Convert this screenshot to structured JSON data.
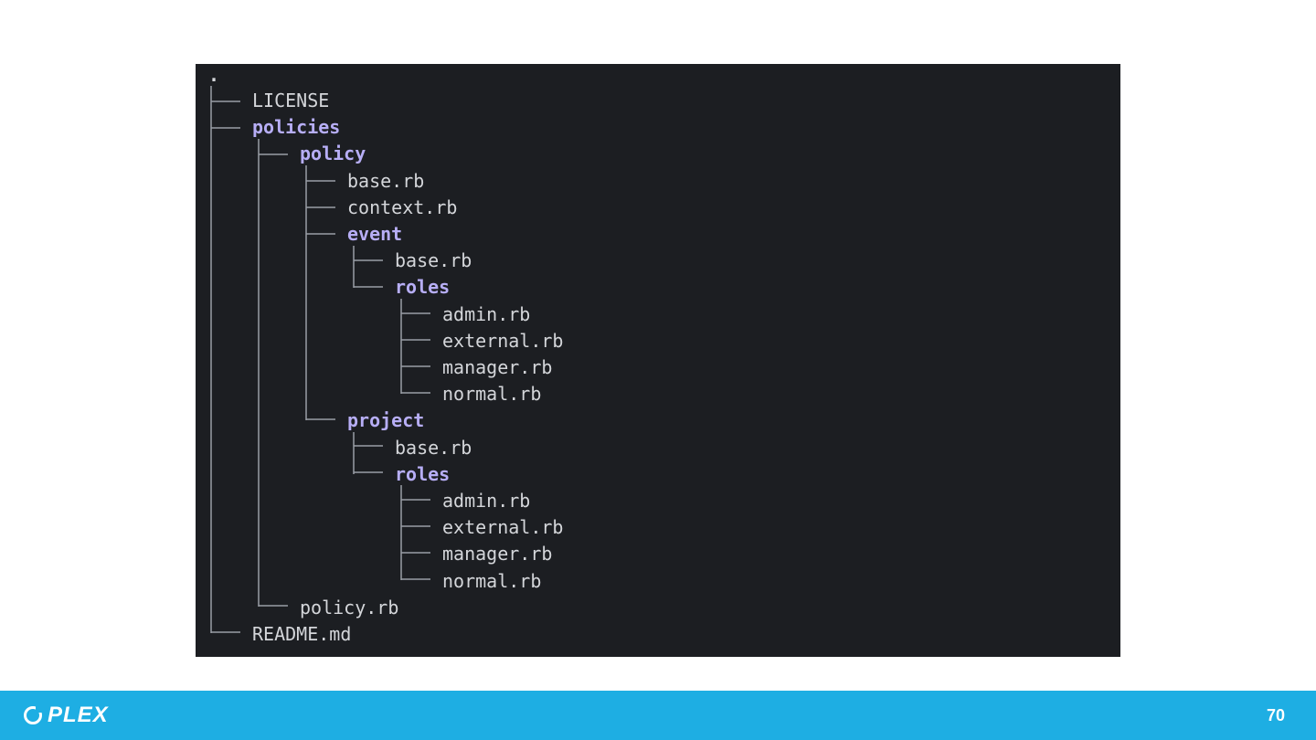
{
  "tree": {
    "root": ".",
    "entries": [
      {
        "name": "LICENSE",
        "type": "file"
      },
      {
        "name": "policies",
        "type": "dir"
      },
      {
        "name": "policy",
        "type": "dir"
      },
      {
        "name": "base.rb",
        "type": "file"
      },
      {
        "name": "context.rb",
        "type": "file"
      },
      {
        "name": "event",
        "type": "dir"
      },
      {
        "name": "base.rb",
        "type": "file"
      },
      {
        "name": "roles",
        "type": "dir"
      },
      {
        "name": "admin.rb",
        "type": "file"
      },
      {
        "name": "external.rb",
        "type": "file"
      },
      {
        "name": "manager.rb",
        "type": "file"
      },
      {
        "name": "normal.rb",
        "type": "file"
      },
      {
        "name": "project",
        "type": "dir"
      },
      {
        "name": "base.rb",
        "type": "file"
      },
      {
        "name": "roles",
        "type": "dir"
      },
      {
        "name": "admin.rb",
        "type": "file"
      },
      {
        "name": "external.rb",
        "type": "file"
      },
      {
        "name": "manager.rb",
        "type": "file"
      },
      {
        "name": "normal.rb",
        "type": "file"
      },
      {
        "name": "policy.rb",
        "type": "file"
      },
      {
        "name": "README.md",
        "type": "file"
      }
    ]
  },
  "colors": {
    "terminal_background": "#1c1e22",
    "file_text": "#d4d6da",
    "directory_text": "#b7aef6",
    "footer_background": "#1eaee3"
  },
  "footer": {
    "logo_text": "PLEX",
    "page_number": "70"
  }
}
